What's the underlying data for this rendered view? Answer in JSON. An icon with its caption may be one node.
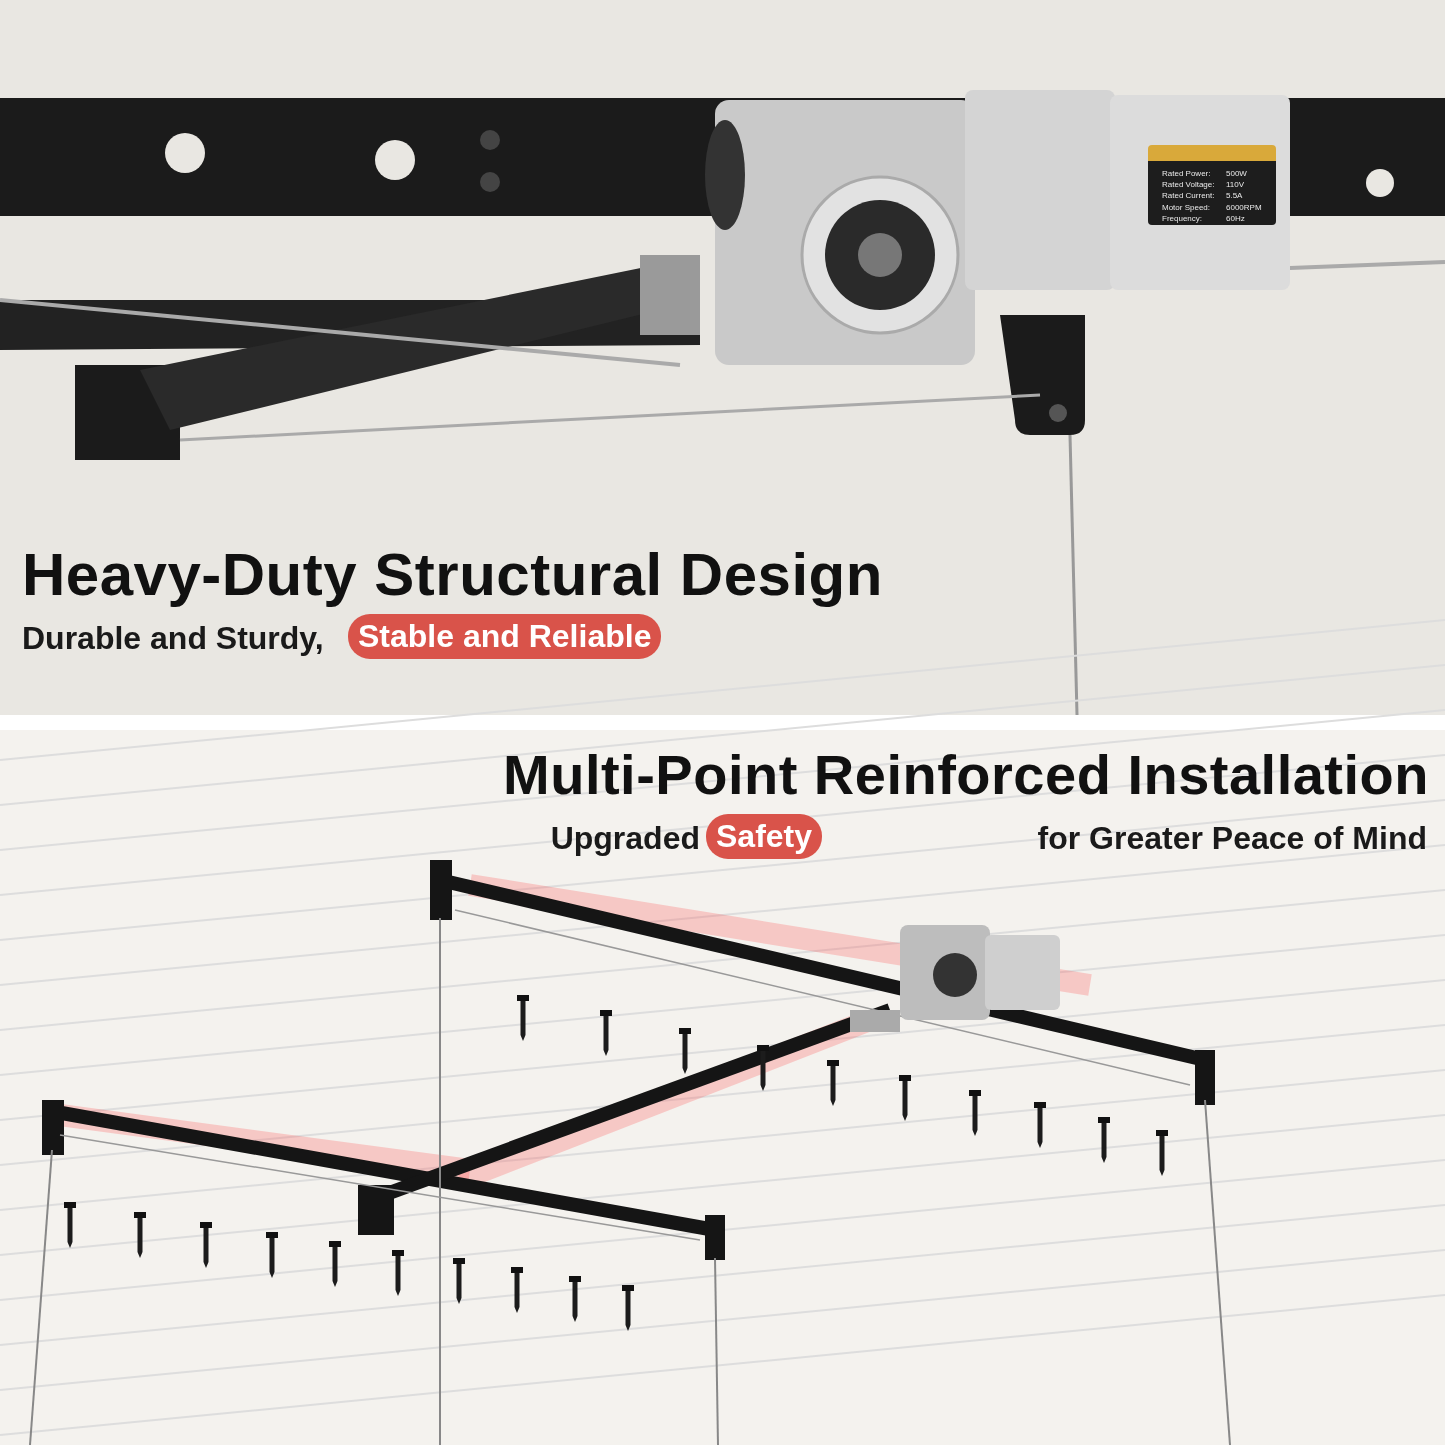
{
  "diagram": {
    "labels": [
      "Rated Power:",
      "500W",
      "Rated Voltage:",
      "110V",
      "Rated Current:",
      "5.5A",
      "Motor Speed:",
      "6000RPM",
      "Frequency:",
      "60Hz",
      "Heavy-Duty Structural Design",
      "Durable and Sturdy,",
      "Stable and Reliable",
      "Multi-Point Reinforced Installation",
      "Upgraded",
      "Safety",
      "for Greater Peace of Mind"
    ]
  }
}
